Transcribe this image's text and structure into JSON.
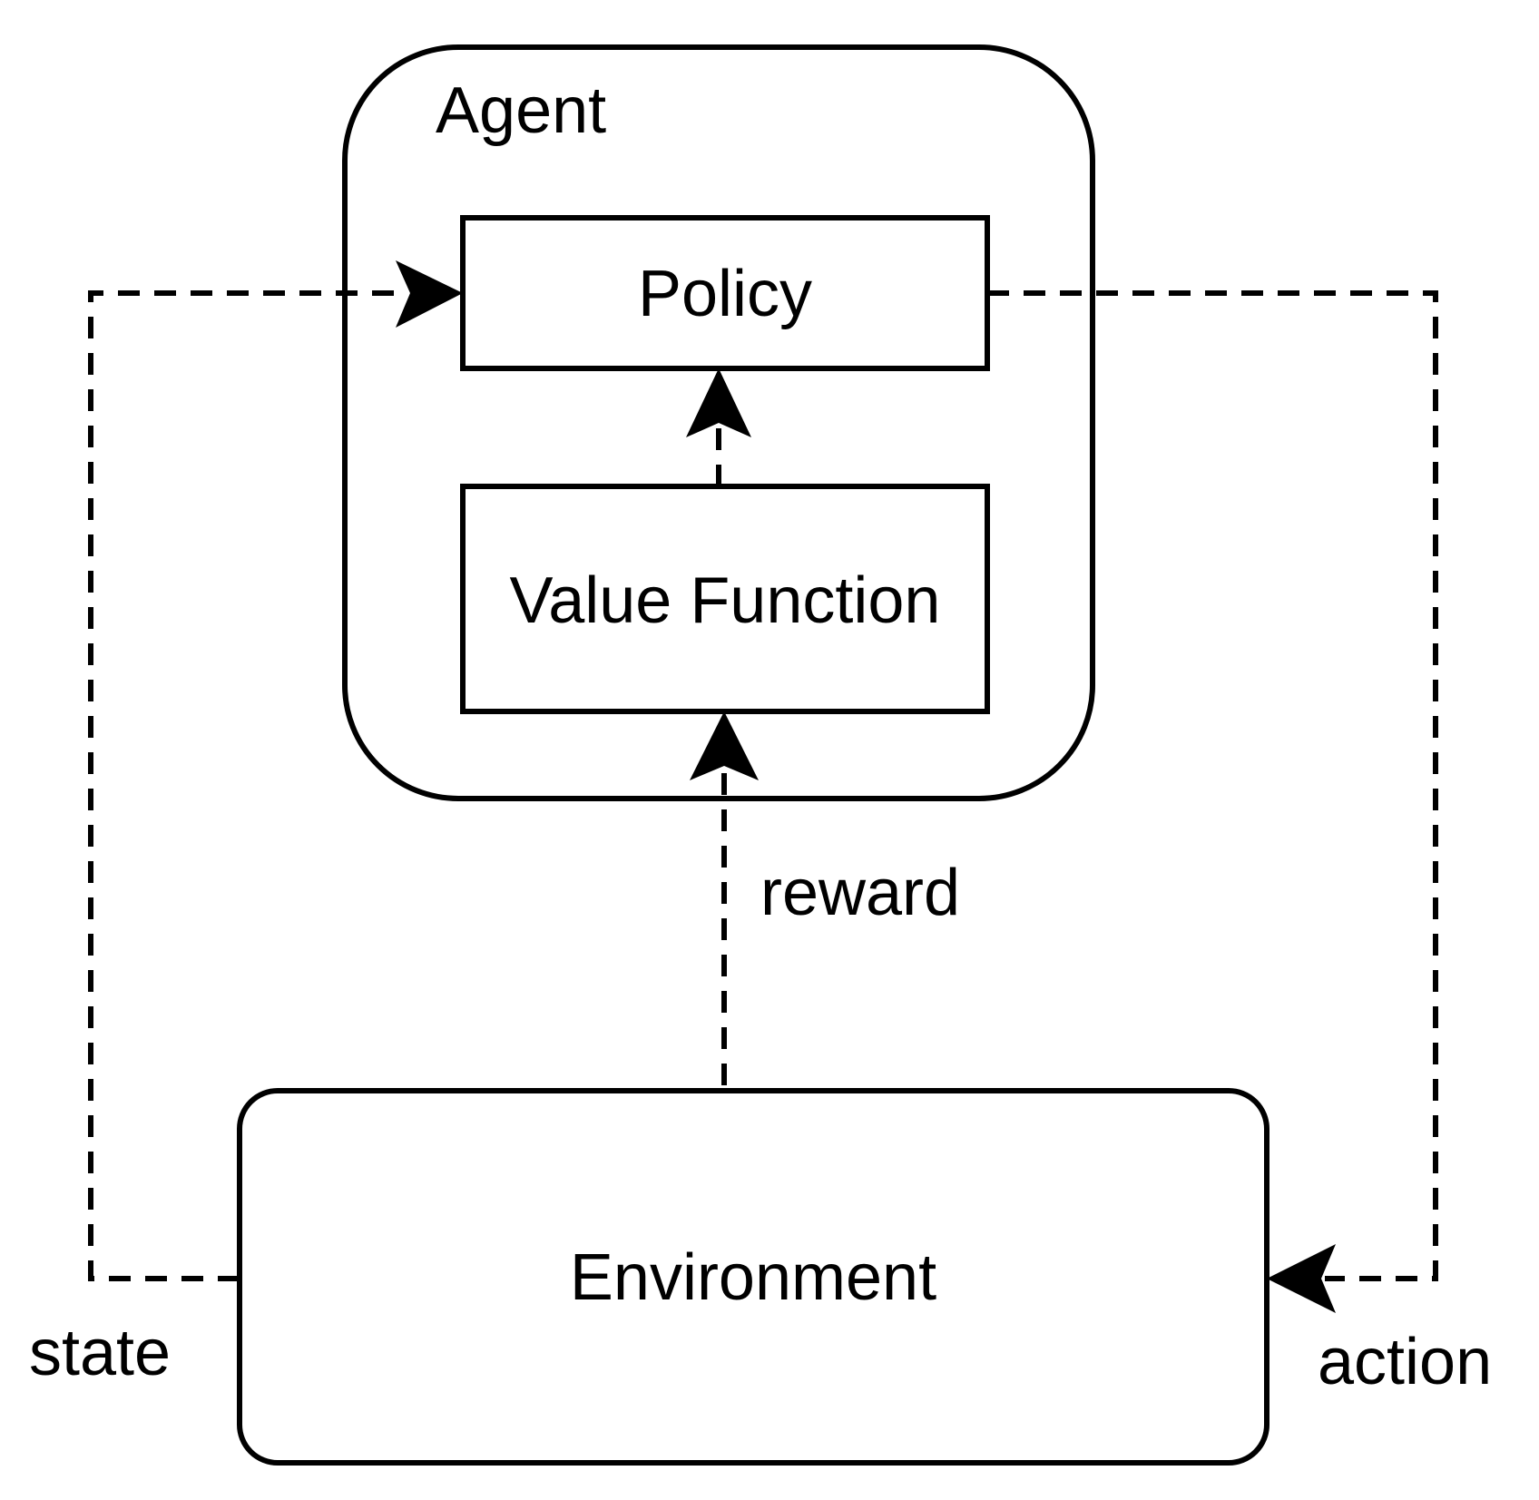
{
  "nodes": {
    "agent": "Agent",
    "policy": "Policy",
    "value_function": "Value Function",
    "environment": "Environment"
  },
  "edges": {
    "state": "state",
    "reward": "reward",
    "action": "action"
  }
}
